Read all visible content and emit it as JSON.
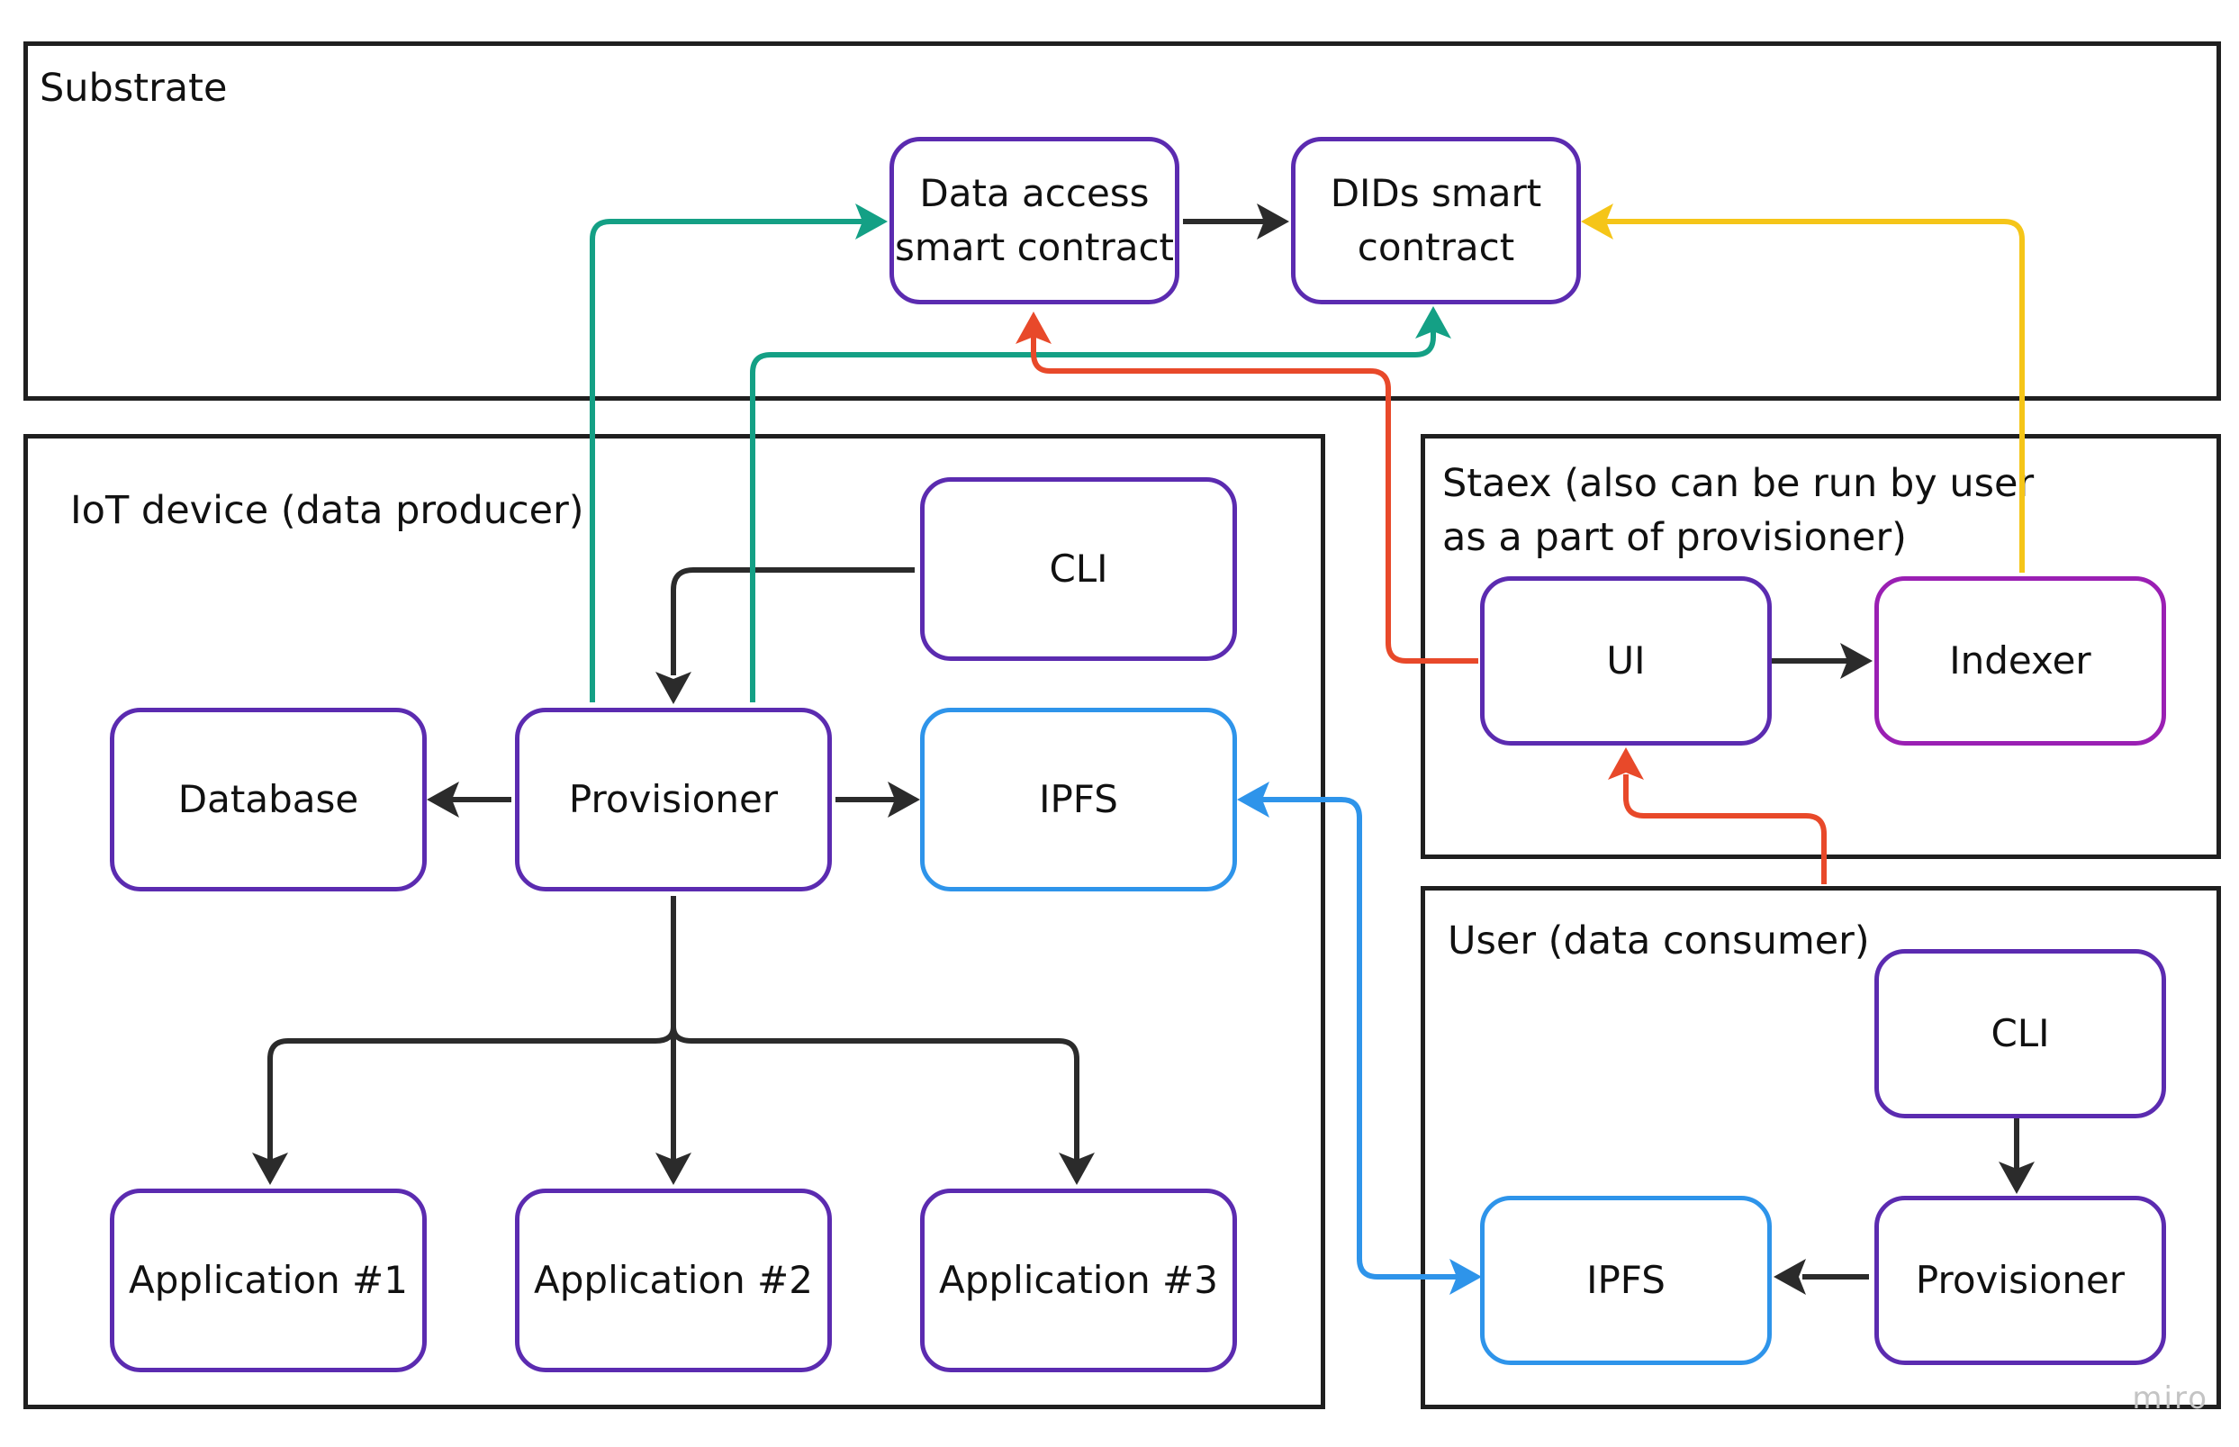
{
  "colors": {
    "black_arrow": "#2b2b2b",
    "green_arrow": "#14a085",
    "red_arrow": "#e8492a",
    "yellow_arrow": "#f5c518",
    "blue_arrow": "#2e94ea",
    "purple_border": "#5b2bb0",
    "magenta_border": "#9a1fb3",
    "blue_border": "#2e94ea"
  },
  "regions": {
    "substrate": "Substrate",
    "iot": "IoT device (data producer)",
    "staex": "Staex (also can be run by user\nas a part of provisioner)",
    "user": "User (data consumer)"
  },
  "nodes": {
    "data_access": "Data access\nsmart contract",
    "dids": "DIDs smart\ncontract",
    "iot_cli": "CLI",
    "database": "Database",
    "iot_provisioner": "Provisioner",
    "iot_ipfs": "IPFS",
    "app1": "Application #1",
    "app2": "Application #2",
    "app3": "Application #3",
    "staex_ui": "UI",
    "indexer": "Indexer",
    "user_cli": "CLI",
    "user_ipfs": "IPFS",
    "user_provisioner": "Provisioner"
  },
  "watermark": "miro"
}
